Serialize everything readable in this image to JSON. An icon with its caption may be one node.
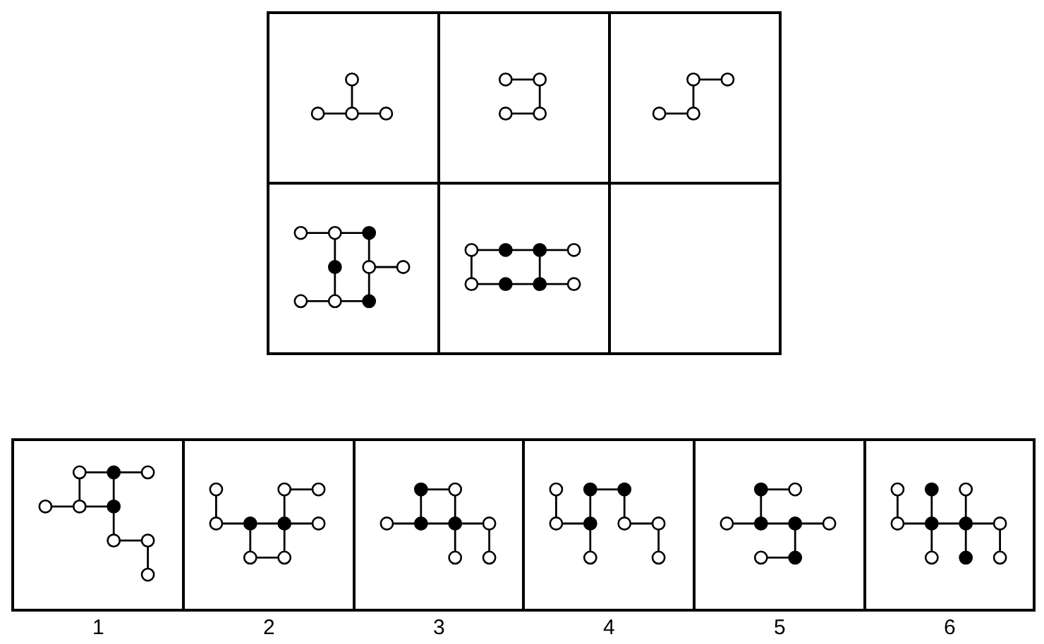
{
  "diagram": {
    "nodes": [
      {
        "text": [],
        "shape": "box"
      },
      {
        "text": [],
        "shape": "box"
      },
      {
        "text": [],
        "shape": "box"
      },
      {
        "text": [],
        "shape": "box"
      },
      {
        "text": [],
        "shape": "box"
      },
      {
        "text": [],
        "shape": "box"
      },
      {
        "text": [],
        "shape": "box",
        "beside": [
          "1"
        ]
      },
      {
        "text": [],
        "shape": "box",
        "beside": [
          "2"
        ]
      },
      {
        "text": [],
        "shape": "box",
        "beside": [
          "3"
        ]
      },
      {
        "text": [],
        "shape": "box",
        "beside": [
          "4"
        ]
      },
      {
        "text": [],
        "shape": "box",
        "beside": [
          "5"
        ]
      },
      {
        "text": [],
        "shape": "box",
        "beside": [
          "6"
        ]
      }
    ]
  }
}
